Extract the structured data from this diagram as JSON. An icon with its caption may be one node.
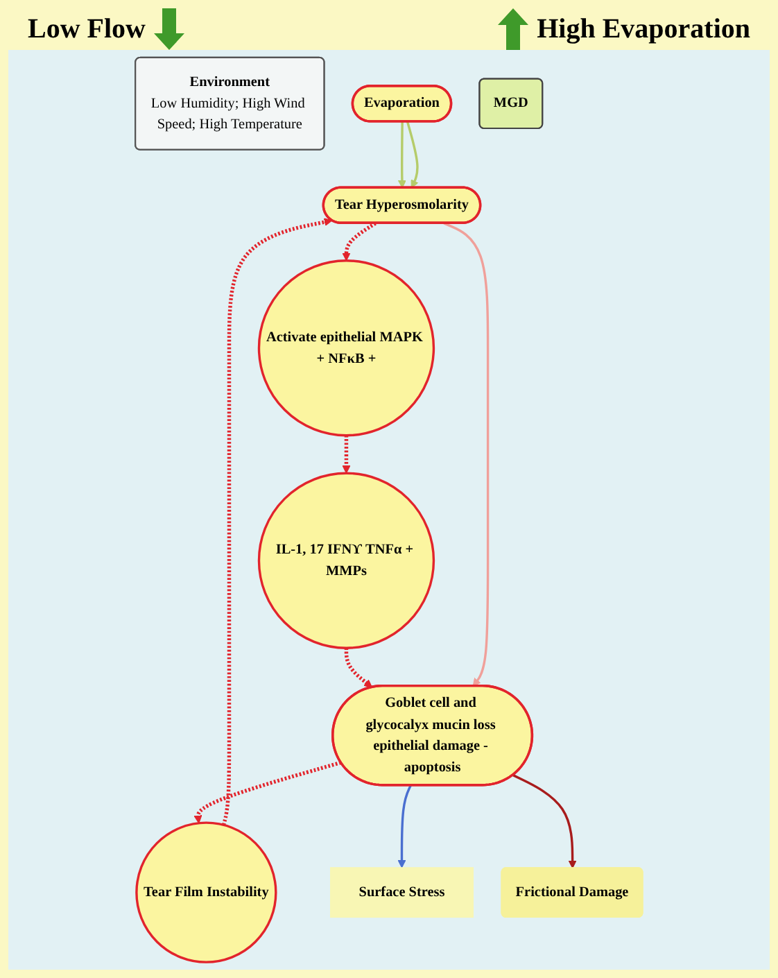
{
  "diagram": {
    "nodes": [
      {
        "text": [
          "Environment",
          "Low Humidity; High Wind Speed; High Temperature"
        ]
      },
      {
        "text": [
          "Evaporation"
        ]
      },
      {
        "text": [
          "Tear Hyperosmolarity"
        ]
      },
      {
        "text": [
          "MGD"
        ]
      },
      {
        "text": [
          "Activate epithelial MAPK + NFκB +"
        ]
      },
      {
        "text": [
          "Tear Film Instability"
        ]
      },
      {
        "text": [
          "IL-1, 17 IFNϒ TNFα + MMPs"
        ]
      },
      {
        "text": [
          "Goblet cell and glycocalyx mucin loss epithelial damage - apoptosis"
        ]
      },
      {
        "text": [
          "Surface Stress"
        ]
      },
      {
        "text": [
          "Frictional Damage"
        ]
      }
    ],
    "edges": [
      {
        "from": 1,
        "to": 2,
        "arrow": "to",
        "color": "#b5cc6a"
      },
      {
        "from": 1,
        "to": 2,
        "arrow": "to",
        "color": "#b5cc6a"
      },
      {
        "from": 2,
        "to": 4,
        "arrow": "to",
        "style": "dashed"
      },
      {
        "from": 4,
        "to": 6,
        "arrow": "to",
        "style": "dashed"
      },
      {
        "from": 6,
        "to": 7,
        "arrow": "to",
        "style": "dashed"
      },
      {
        "from": 7,
        "to": 5,
        "arrow": "to",
        "style": "dashed"
      },
      {
        "from": 5,
        "to": 2,
        "arrow": "to",
        "style": "dashed"
      },
      {
        "from": 2,
        "to": 7,
        "arrow": "to",
        "color": "#f0a09a"
      },
      {
        "from": 7,
        "to": 8,
        "arrow": "to",
        "color": "#4a6fd0"
      },
      {
        "from": 7,
        "to": 9,
        "arrow": "to",
        "color": "#a81c1c"
      }
    ],
    "labels": [
      "Low Flow",
      "High Evaporation"
    ]
  }
}
